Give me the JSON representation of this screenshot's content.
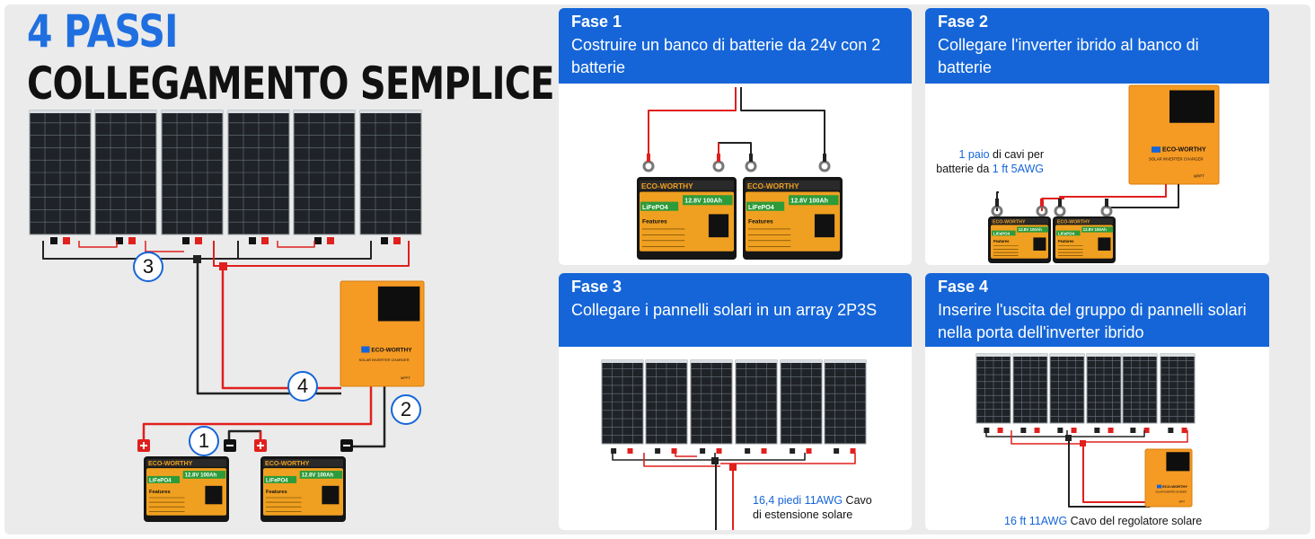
{
  "header": {
    "line1": "4 PASSI",
    "line2": "COLLEGAMENTO SEMPLICE"
  },
  "main_diagram": {
    "badges": [
      "1",
      "2",
      "3",
      "4"
    ]
  },
  "steps": [
    {
      "name": "Fase 1",
      "desc": "Costruire un banco di batterie da 24v con 2 batterie"
    },
    {
      "name": "Fase 2",
      "desc": "Collegare l'inverter ibrido al banco di batterie",
      "note": {
        "hl1": "1 paio",
        "t1": " di cavi per",
        "t2": "batterie da ",
        "hl2": "1 ft 5AWG"
      }
    },
    {
      "name": "Fase 3",
      "desc": "Collegare i pannelli solari in un array 2P3S",
      "note": {
        "hl1": "16,4 piedi 11AWG",
        "t1": " Cavo",
        "t2": "di estensione solare"
      }
    },
    {
      "name": "Fase 4",
      "desc": "Inserire l'uscita del gruppo di pannelli solari nella porta dell'inverter ibrido",
      "note": {
        "hl1": "16 ft 11AWG",
        "t1": " Cavo del regolatore solare"
      }
    }
  ],
  "product": {
    "brand": "ECO-WORTHY",
    "battery_chem": "LiFePO4",
    "battery_rating": "12.8V 100Ah",
    "battery_features": "Features",
    "inverter_label": "SOLAR INVERTER CHARGER",
    "mppt": "MPPT"
  },
  "colors": {
    "accent": "#1565d8",
    "heading": "#1f6fe0",
    "inverter": "#f59a23",
    "battery_label": "#f0a020",
    "panel": "#1f2227",
    "wire_positive": "#e0201d",
    "wire_negative": "#222222"
  },
  "icons": [
    "solar-panel-icon",
    "battery-icon",
    "inverter-icon",
    "ring-terminal-icon",
    "branch-connector-icon"
  ]
}
